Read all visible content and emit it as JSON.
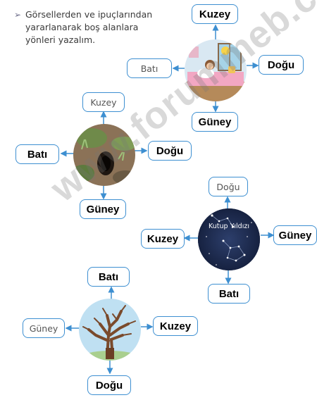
{
  "instruction": "Görsellerden ve ipuçlarından yararlanarak boş alanlara yönleri yazalım.",
  "watermark": "www.forummeb.com",
  "exercise_sleep": {
    "top": "Kuzey",
    "left": "Batı",
    "right": "Doğu",
    "bottom": "Güney"
  },
  "exercise_burrow": {
    "top": "Kuzey",
    "left": "Batı",
    "right": "Doğu",
    "bottom": "Güney"
  },
  "exercise_polaris": {
    "top": "Doğu",
    "left": "Kuzey",
    "right": "Güney",
    "bottom": "Batı",
    "circle_label": "Kutup Yıldızı"
  },
  "exercise_tree": {
    "top": "Batı",
    "left": "Güney",
    "right": "Kuzey",
    "bottom": "Doğu"
  }
}
